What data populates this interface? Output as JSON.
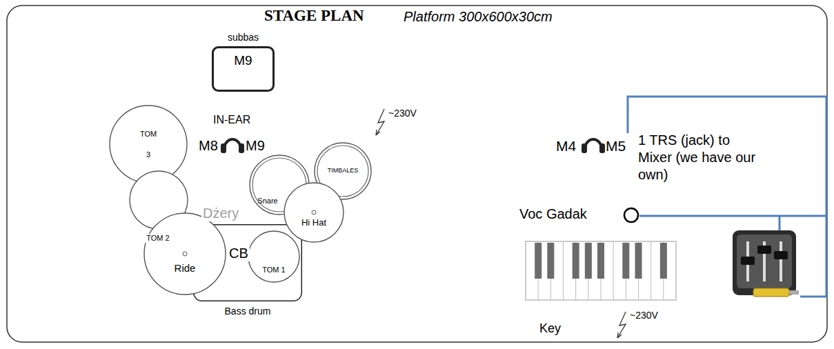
{
  "diagram": {
    "title": "STAGE PLAN",
    "nodes": [
      {
        "text": [
          "subbas",
          "M9"
        ]
      },
      {
        "text": [
          "TOM 3"
        ]
      },
      {
        "text": [
          "TIMBALES"
        ]
      },
      {
        "text": [
          "Snare"
        ]
      },
      {
        "text": [
          "TOM 2"
        ]
      },
      {
        "text": [
          "Hi Hat"
        ]
      },
      {
        "text": [
          "Bass drum"
        ]
      },
      {
        "text": [
          "Ride"
        ]
      },
      {
        "text": [
          "TOM 1"
        ]
      }
    ],
    "labels": [
      "Platform 300x600x30cm",
      "IN-EAR",
      "M8",
      "M9",
      "~230V",
      "Dżery",
      "CB",
      "M4",
      "M5",
      "1 TRS (jack) to Mixer (we have our own)",
      "Voc Gadak",
      "Key",
      "~230V"
    ]
  }
}
